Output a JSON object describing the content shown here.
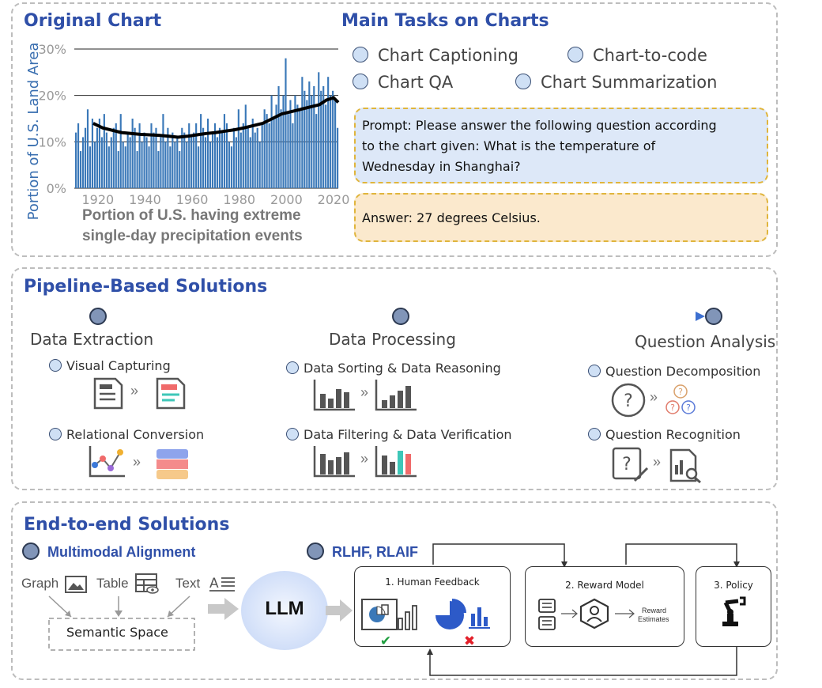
{
  "original_chart": {
    "section_title": "Original Chart",
    "chart_caption_line1": "Portion of U.S. having extreme",
    "chart_caption_line2": "single-day precipitation events"
  },
  "chart_data": {
    "type": "bar",
    "title": "",
    "ylabel": "Portion of U.S. Land Area",
    "xlabel": "",
    "ylim": [
      0,
      30
    ],
    "xlim": [
      1910,
      2022
    ],
    "y_ticks": [
      "0%",
      "10%",
      "20%",
      "30%"
    ],
    "x_ticks": [
      "1920",
      "1940",
      "1960",
      "1980",
      "2000",
      "2020"
    ],
    "grid": true,
    "bar_color": "#3a78b8",
    "line_color": "#000000",
    "x": [
      1910,
      1911,
      1912,
      1913,
      1914,
      1915,
      1916,
      1917,
      1918,
      1919,
      1920,
      1921,
      1922,
      1923,
      1924,
      1925,
      1926,
      1927,
      1928,
      1929,
      1930,
      1931,
      1932,
      1933,
      1934,
      1935,
      1936,
      1937,
      1938,
      1939,
      1940,
      1941,
      1942,
      1943,
      1944,
      1945,
      1946,
      1947,
      1948,
      1949,
      1950,
      1951,
      1952,
      1953,
      1954,
      1955,
      1956,
      1957,
      1958,
      1959,
      1960,
      1961,
      1962,
      1963,
      1964,
      1965,
      1966,
      1967,
      1968,
      1969,
      1970,
      1971,
      1972,
      1973,
      1974,
      1975,
      1976,
      1977,
      1978,
      1979,
      1980,
      1981,
      1982,
      1983,
      1984,
      1985,
      1986,
      1987,
      1988,
      1989,
      1990,
      1991,
      1992,
      1993,
      1994,
      1995,
      1996,
      1997,
      1998,
      1999,
      2000,
      2001,
      2002,
      2003,
      2004,
      2005,
      2006,
      2007,
      2008,
      2009,
      2010,
      2011,
      2012,
      2013,
      2014,
      2015,
      2016,
      2017,
      2018,
      2019,
      2020,
      2021
    ],
    "values": [
      12,
      14,
      8,
      11,
      13,
      17,
      9,
      15,
      10,
      13,
      15,
      11,
      16,
      12,
      9,
      11,
      13,
      14,
      8,
      16,
      10,
      9,
      12,
      11,
      15,
      13,
      8,
      14,
      10,
      12,
      11,
      9,
      14,
      12,
      13,
      8,
      11,
      16,
      10,
      13,
      9,
      12,
      10,
      11,
      8,
      13,
      12,
      10,
      14,
      11,
      12,
      14,
      9,
      16,
      13,
      11,
      15,
      10,
      12,
      14,
      11,
      13,
      12,
      16,
      14,
      10,
      9,
      13,
      11,
      17,
      12,
      14,
      18,
      13,
      11,
      15,
      12,
      13,
      10,
      14,
      17,
      16,
      14,
      20,
      15,
      18,
      22,
      17,
      20,
      28,
      16,
      19,
      14,
      20,
      18,
      17,
      24,
      21,
      19,
      23,
      20,
      22,
      16,
      25,
      21,
      22,
      18,
      24,
      20,
      21,
      19,
      13
    ],
    "trend_x": [
      1918,
      1922,
      1926,
      1930,
      1934,
      1938,
      1942,
      1946,
      1950,
      1954,
      1958,
      1962,
      1966,
      1970,
      1974,
      1978,
      1982,
      1986,
      1990,
      1994,
      1998,
      2002,
      2006,
      2010,
      2014,
      2017,
      2020,
      2022
    ],
    "trend_y": [
      14,
      13,
      12.5,
      12,
      11.8,
      11.6,
      11.5,
      11.4,
      11.2,
      11.0,
      11.2,
      11.5,
      11.8,
      12,
      12.3,
      12.6,
      13,
      13.5,
      14,
      15,
      16,
      16.5,
      17,
      17.5,
      18,
      19,
      19.5,
      18.5
    ]
  },
  "main_tasks": {
    "section_title": "Main Tasks on Charts",
    "tasks": [
      "Chart Captioning",
      "Chart-to-code",
      "Chart QA",
      "Chart Summarization"
    ],
    "prompt_line1": "Prompt: Please answer the following question according",
    "prompt_line2": "to the chart given: What is the temperature of",
    "prompt_line3": "Wednesday in Shanghai?",
    "answer": "Answer: 27 degrees Celsius."
  },
  "pipeline": {
    "section_title": "Pipeline-Based Solutions",
    "steps": [
      "Data Extraction",
      "Data Processing",
      "Question Analysis"
    ],
    "extraction": [
      "Visual Capturing",
      "Relational Conversion"
    ],
    "processing": [
      "Data Sorting & Data Reasoning",
      "Data Filtering & Data Verification"
    ],
    "analysis": [
      "Question Decomposition",
      "Question Recognition"
    ],
    "arrow_symbol": "»",
    "question_mark": "?"
  },
  "end_to_end": {
    "section_title": "End-to-end Solutions",
    "multimodal_title": "Multimodal Alignment",
    "rl_title": "RLHF, RLAIF",
    "inputs": [
      "Graph",
      "Table",
      "Text"
    ],
    "semantic_space": "Semantic Space",
    "llm": "LLM",
    "human_feedback": "1. Human Feedback",
    "reward_model": "2. Reward Model",
    "reward_estimates_line1": "Reward",
    "reward_estimates_line2": "Estimates",
    "policy": "3. Policy",
    "check_mark": "✔",
    "cross_mark": "✖"
  },
  "colors": {
    "accent_blue": "#2f4fa8",
    "bar_blue": "#3a78b8",
    "prompt_fill": "#dde8f8",
    "answer_fill": "#fbe9cd",
    "box_border": "#e0b53c",
    "green": "#1e9e3e",
    "red": "#e3202a"
  }
}
